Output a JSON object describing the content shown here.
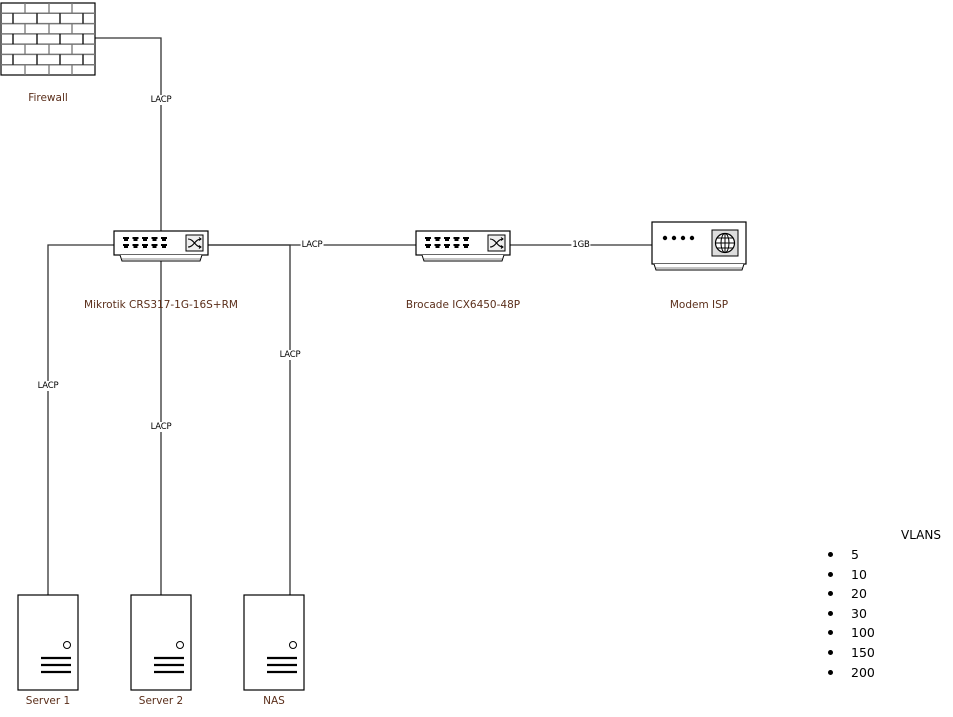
{
  "nodes": {
    "firewall": {
      "label": "Firewall",
      "icon": "brick-wall-icon"
    },
    "core_switch": {
      "label": "Mikrotik CRS317-1G-16S+RM",
      "icon": "network-switch-icon"
    },
    "access_switch": {
      "label": "Brocade ICX6450-48P",
      "icon": "network-switch-icon"
    },
    "modem": {
      "label": "Modem ISP",
      "icon": "modem-globe-icon"
    },
    "server1": {
      "label": "Server 1",
      "icon": "tower-server-icon"
    },
    "server2": {
      "label": "Server 2",
      "icon": "tower-server-icon"
    },
    "nas": {
      "label": "NAS",
      "icon": "tower-server-icon"
    }
  },
  "edges": [
    {
      "from": "firewall",
      "to": "core_switch",
      "label": "LACP"
    },
    {
      "from": "core_switch",
      "to": "access_switch",
      "label": "LACP"
    },
    {
      "from": "access_switch",
      "to": "modem",
      "label": "1GB"
    },
    {
      "from": "core_switch",
      "to": "server1",
      "label": "LACP"
    },
    {
      "from": "core_switch",
      "to": "server2",
      "label": "LACP"
    },
    {
      "from": "core_switch",
      "to": "nas",
      "label": "LACP"
    }
  ],
  "vlans": {
    "title": "VLANS",
    "items": [
      "5",
      "10",
      "20",
      "30",
      "100",
      "150",
      "200"
    ]
  },
  "colors": {
    "line": "#000000",
    "label_text": "#5a2e1a",
    "brick_mortar": "#777777"
  }
}
